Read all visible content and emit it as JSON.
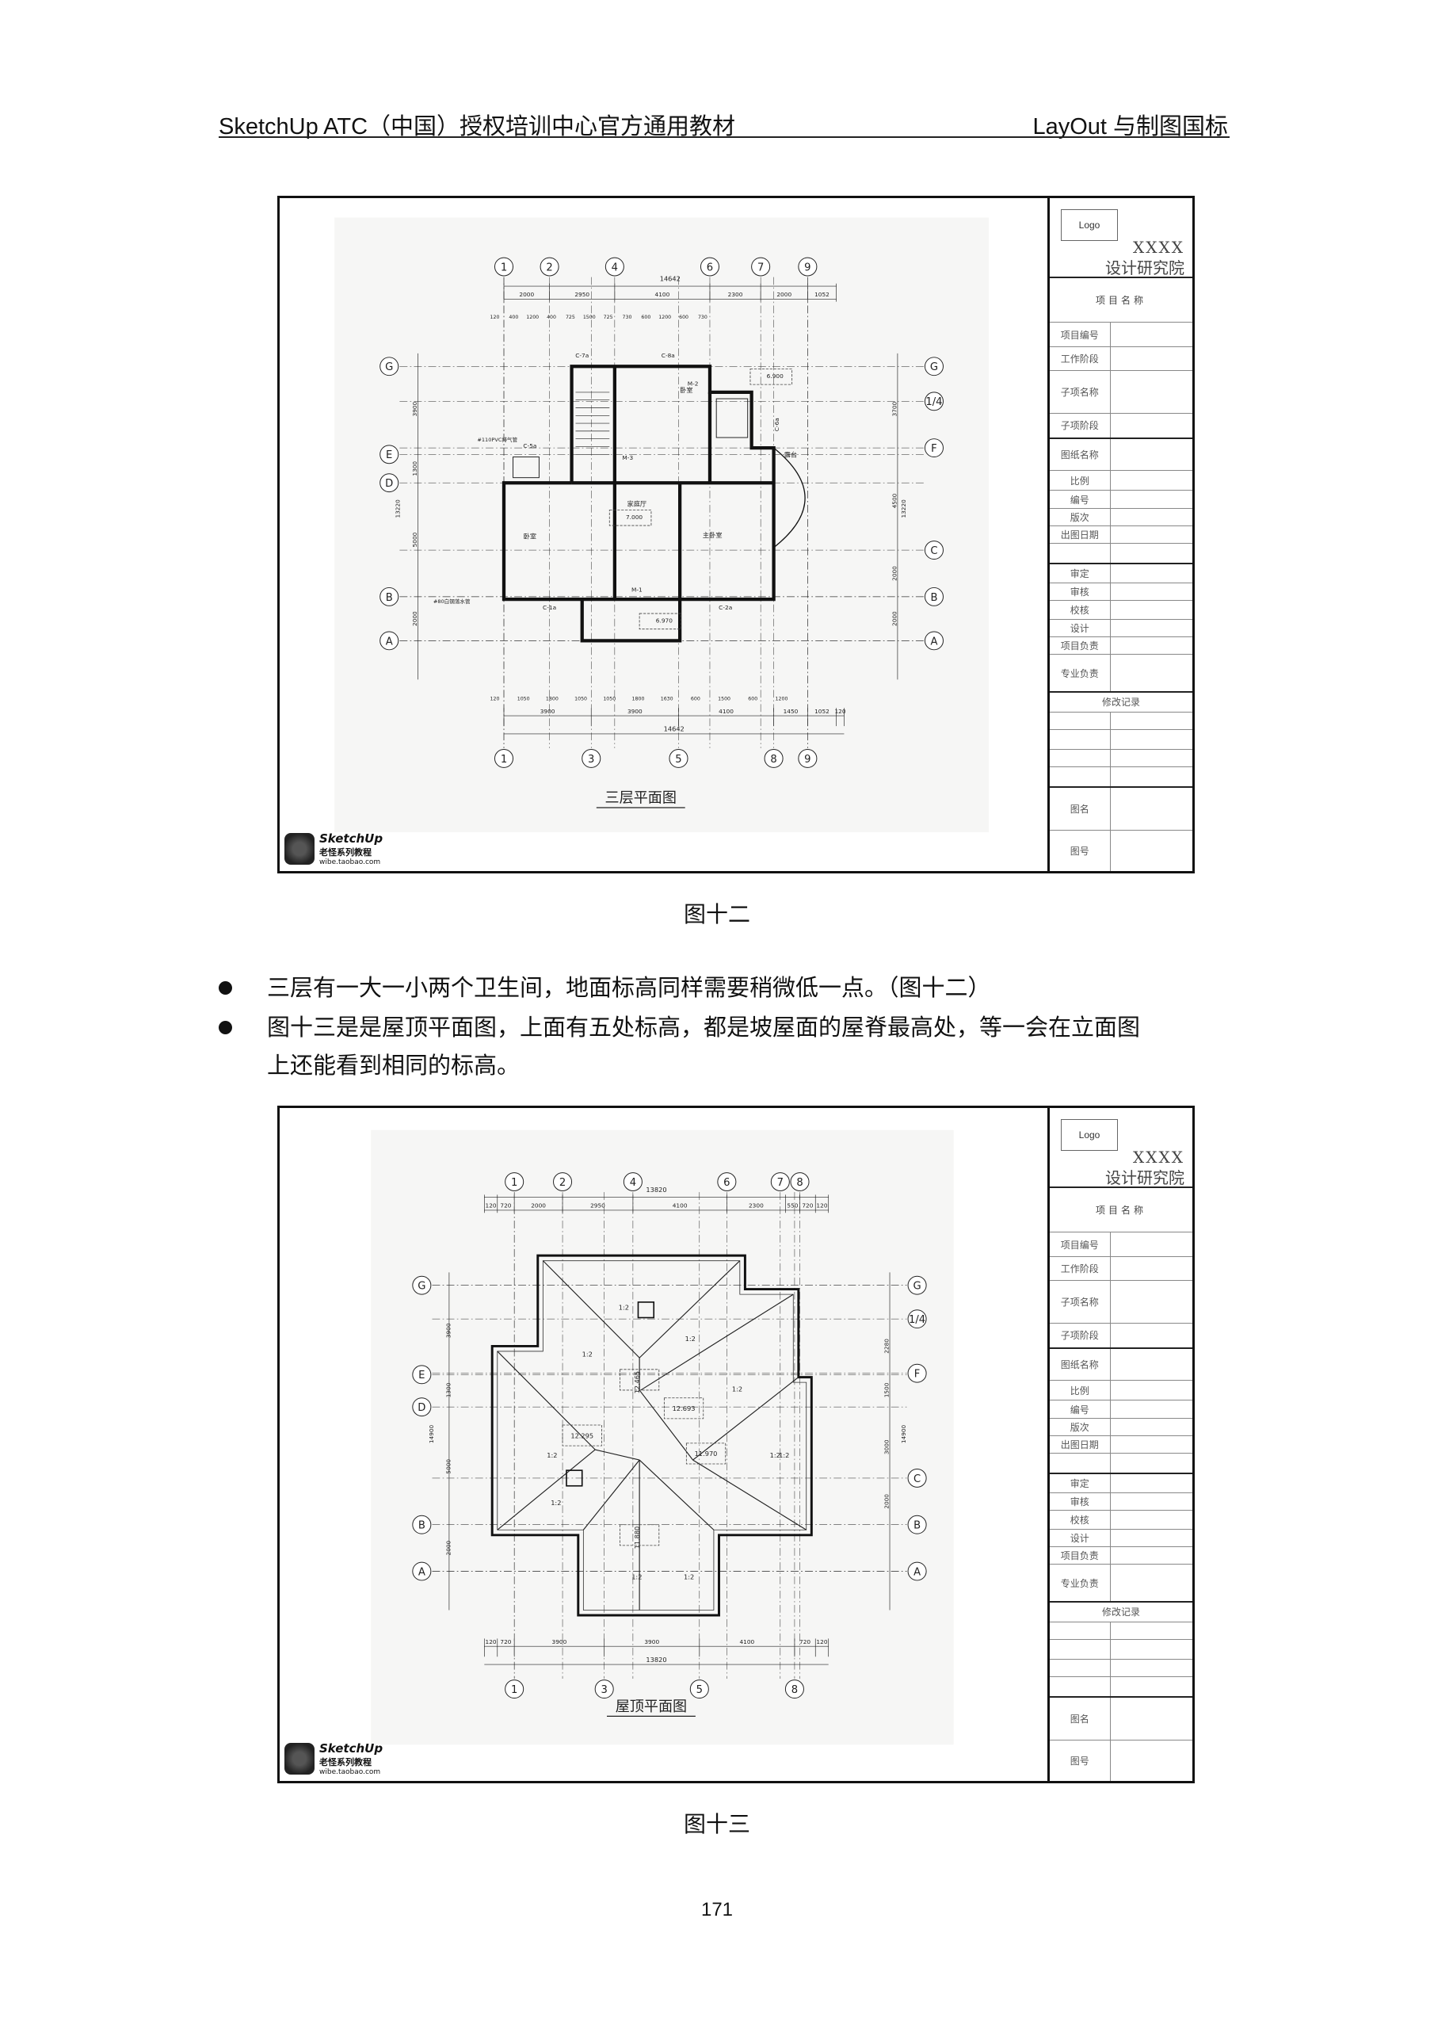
{
  "header": {
    "left": "SketchUp ATC（中国）授权培训中心官方通用教材",
    "right": "LayOut 与制图国标"
  },
  "title_block": {
    "logo": "Logo",
    "org_code": "XXXX",
    "org_name": "设计研究院",
    "project_name": "项目名称",
    "rows": [
      "项目编号",
      "工作阶段",
      "子项名称",
      "子项阶段",
      "图纸名称",
      "比例",
      "编号",
      "版次",
      "出图日期",
      "审定",
      "审核",
      "校核",
      "设计",
      "项目负责",
      "专业负责",
      "修改记录",
      "图名",
      "图号"
    ]
  },
  "stamp": {
    "brand": "SketchUp",
    "series": "老怪系列教程",
    "site": "wibe.taobao.com"
  },
  "plan1": {
    "title": "三层平面图",
    "axes_top": [
      "1",
      "2",
      "4",
      "6",
      "7",
      "9"
    ],
    "axes_bottom": [
      "1",
      "3",
      "5",
      "8",
      "9"
    ],
    "axes_left": [
      "G",
      "E",
      "D",
      "B",
      "A"
    ],
    "axes_right": [
      "G",
      "1/4",
      "F",
      "C",
      "B",
      "A"
    ],
    "dim_top_total": "14642",
    "dims_top": [
      "2000",
      "2950",
      "4100",
      "2300",
      "2000",
      "1052"
    ],
    "dims_top_detail": [
      "120",
      "400",
      "1200",
      "400",
      "725",
      "1500",
      "725",
      "730",
      "600",
      "1200",
      "600",
      "730"
    ],
    "dims_bottom_detail": [
      "120",
      "1050",
      "1800",
      "1050",
      "1050",
      "1800",
      "1630",
      "600",
      "1500",
      "600",
      "1200"
    ],
    "dims_bottom": [
      "3900",
      "3900",
      "4100",
      "1450",
      "1052",
      "120"
    ],
    "dim_bottom_total": "14642",
    "dims_left": [
      "3900",
      "1300",
      "5000",
      "2000",
      "13220"
    ],
    "dims_right": [
      "3700",
      "4500",
      "2000",
      "2000",
      "13220"
    ],
    "rooms": [
      "卧室",
      "卧室",
      "主卧室",
      "家庭厅",
      "露台"
    ],
    "openings": [
      "C-7a",
      "C-8a",
      "C-5a",
      "C-6a",
      "C-1a",
      "C-2a",
      "M-1",
      "M-2",
      "M-3"
    ],
    "elevations": [
      "6.900",
      "7.000",
      "6.970"
    ],
    "notes": [
      "#110PVC排气管",
      "#80白钢落水管"
    ]
  },
  "plan2": {
    "title": "屋顶平面图",
    "axes_top": [
      "1",
      "2",
      "4",
      "6",
      "7",
      "8"
    ],
    "axes_bottom": [
      "1",
      "3",
      "5",
      "8"
    ],
    "axes_left": [
      "G",
      "E",
      "D",
      "B",
      "A"
    ],
    "axes_right": [
      "G",
      "1/4",
      "F",
      "C",
      "B",
      "A"
    ],
    "dim_top_total": "13820",
    "dims_top": [
      "120",
      "720",
      "2000",
      "2950",
      "4100",
      "2300",
      "550",
      "720",
      "120"
    ],
    "dims_bottom": [
      "120",
      "720",
      "3900",
      "3900",
      "4100",
      "720",
      "120"
    ],
    "dim_bottom_total": "13820",
    "dims_left": [
      "3900",
      "1300",
      "5000",
      "2000",
      "14900"
    ],
    "dims_right": [
      "2280",
      "1500",
      "3000",
      "2000",
      "14900"
    ],
    "elevations": [
      "12.465",
      "12.693",
      "12.295",
      "11.970",
      "11.880"
    ],
    "slope": "1:2"
  },
  "figures": {
    "fig12": "图十二",
    "fig13": "图十三"
  },
  "bullets": [
    "三层有一大一小两个卫生间，地面标高同样需要稍微低一点。（图十二）",
    "图十三是是屋顶平面图，上面有五处标高，都是坡屋面的屋脊最高处，等一会在立面图",
    "上还能看到相同的标高。"
  ],
  "page_number": "171"
}
